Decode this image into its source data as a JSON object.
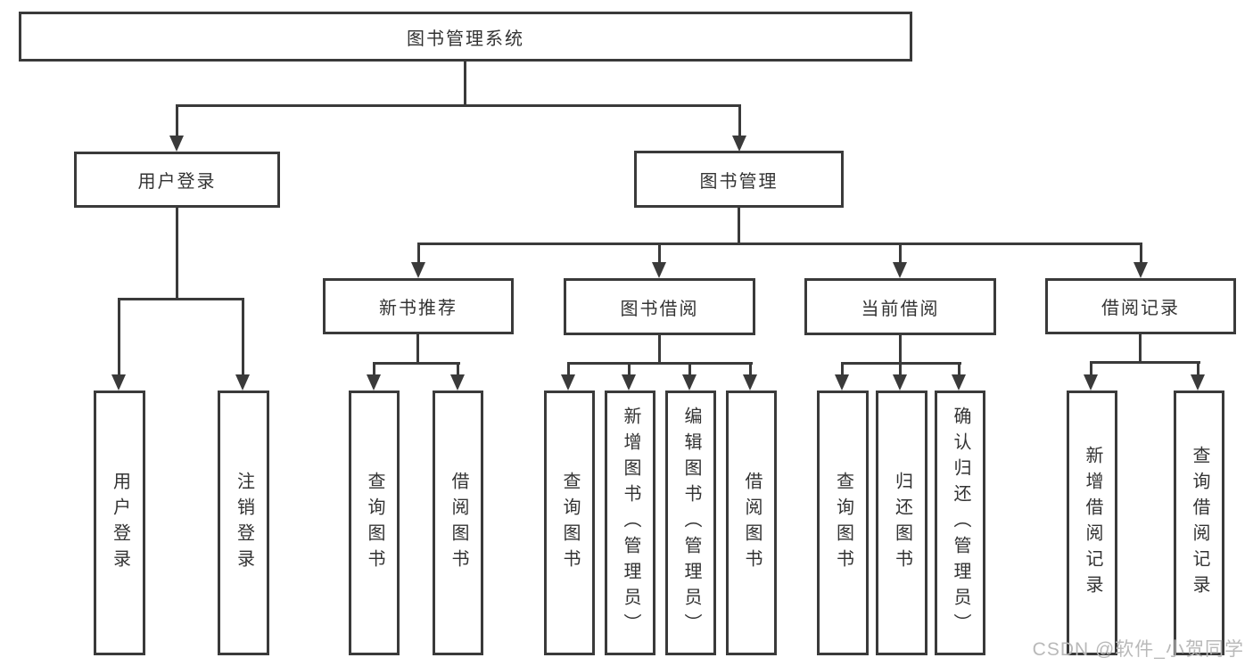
{
  "colors": {
    "line": "#3a3a3a",
    "text": "#333333",
    "canvas": "#ffffff",
    "watermark": "#b9b9b9"
  },
  "tree": {
    "root": "图书管理系统",
    "branches": [
      {
        "label": "用户登录",
        "children": [
          "用户登录",
          "注销登录"
        ]
      },
      {
        "label": "图书管理",
        "sections": [
          {
            "label": "新书推荐",
            "children": [
              "查询图书",
              "借阅图书"
            ]
          },
          {
            "label": "图书借阅",
            "children": [
              "查询图书",
              "新增图书（管理员）",
              "编辑图书（管理员）",
              "借阅图书"
            ]
          },
          {
            "label": "当前借阅",
            "children": [
              "查询图书",
              "归还图书",
              "确认归还（管理员）"
            ]
          },
          {
            "label": "借阅记录",
            "children": [
              "新增借阅记录",
              "查询借阅记录"
            ]
          }
        ]
      }
    ]
  },
  "watermark": "CSDN @软件_小贺同学"
}
